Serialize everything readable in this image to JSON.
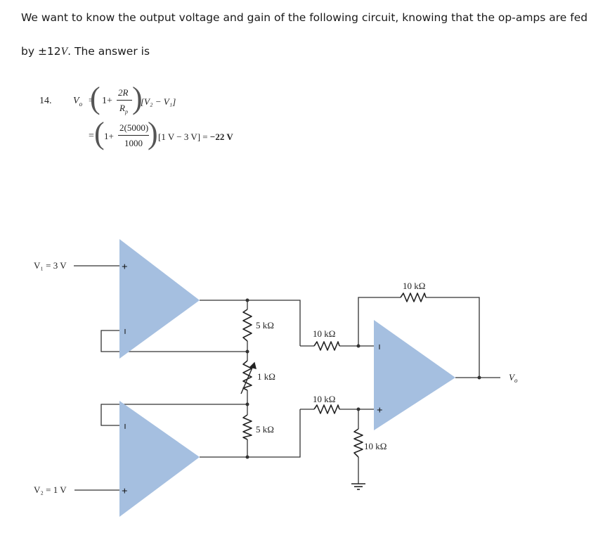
{
  "question": {
    "line1": "We want to know the output voltage and gain of the following circuit, knowing that the op-amps are fed",
    "line2_prefix": "by ±12",
    "line2_var": "V",
    "line2_suffix": ".  The answer is"
  },
  "solution": {
    "number": "14.",
    "lhs": "V",
    "lhs_sub": "o",
    "eq1_one": "1+",
    "eq1_num": "2R",
    "eq1_den": "R",
    "eq1_den_sub": "p",
    "eq1_tail": "[V₂ − V₁]",
    "eq2_one": "1+",
    "eq2_num": "2(5000)",
    "eq2_den": "1000",
    "eq2_tail": "[1 V − 3 V] = ",
    "eq2_result": "−22 V"
  },
  "circuit": {
    "v1_label": "V₁ = 3 V",
    "v2_label": "V₂ = 1 V",
    "vo_label": "V",
    "vo_sub": "o",
    "r_top": "5 kΩ",
    "r_pot": "1 kΩ",
    "r_bottom": "5 kΩ",
    "r_in_top": "10 kΩ",
    "r_in_bottom": "10 kΩ",
    "r_feedback": "10 kΩ",
    "r_ground": "10 kΩ",
    "plus": "+",
    "minus": "−",
    "opamp_color": "#a5bfe0",
    "wire_color": "#333333"
  }
}
